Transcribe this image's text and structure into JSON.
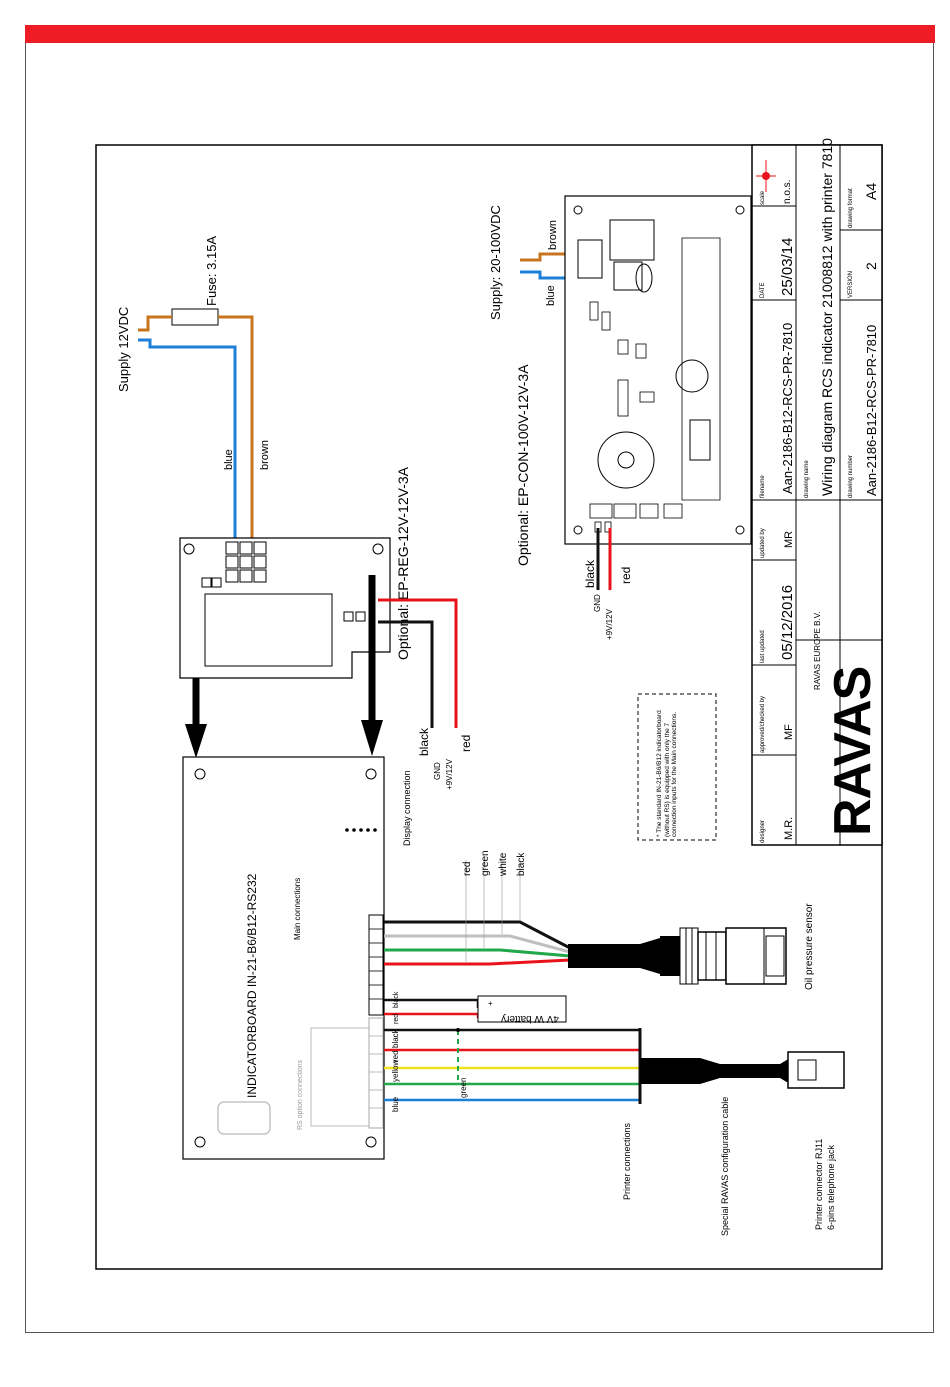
{
  "colors": {
    "header_bar": "#ee1c24",
    "wire_blue": "#1e7fd8",
    "wire_brown": "#c8741e",
    "wire_red": "#e8131a",
    "wire_green": "#22a84a",
    "wire_yellow": "#ede21c",
    "wire_white": "#bfbfbf",
    "wire_black": "#111111"
  },
  "labels": {
    "supply_left": "Supply 12VDC",
    "fuse": "Fuse: 3.15A",
    "wire_blue": "blue",
    "wire_brown": "brown",
    "optional_reg": "Optional: EP-REG-12V-12V-3A",
    "display_connection": "Display connection",
    "gnd_left": "GND",
    "v12_left": "+9V/12V",
    "black_left": "black",
    "red_left": "red",
    "board_title": "INDICATORBOARD IN-21-B6/B12-RS232",
    "main_connections": "Main connections",
    "rs_option": "RS option connections",
    "sensor_wires": [
      "red",
      "green",
      "white",
      "black"
    ],
    "battery": "4V W battery",
    "oil_sensor": "Oil pressure sensor",
    "printer_wires": [
      "black",
      "red",
      "yellow",
      "green",
      "blue"
    ],
    "printer_connections": "Printer connections",
    "config_cable": "Special RAVAS configuration cable",
    "printer_connector_1": "Printer connector RJ11",
    "printer_connector_2": "6-pins telephone jack",
    "note": "* The standard IN-21-B6/B12 indicatorboard (without RS) is equipped with only the 7 connection inputs for the Main connections.",
    "supply_right": "Supply: 20-100VDC",
    "wire_blue_right": "blue",
    "wire_brown_right": "brown",
    "optional_con": "Optional: EP-CON-100V-12V-3A",
    "black_right": "black",
    "red_right": "red",
    "gnd_right": "GND",
    "v12_right": "+9V/12V"
  },
  "title_block": {
    "logo": "RAVAS",
    "designer_label": "designer",
    "designer": "M.R.",
    "approved_label": "approved/checked by",
    "approved": "MF",
    "last_updated_label": "last updated",
    "last_updated": "05/12/2016",
    "updated_by_label": "updated by",
    "updated_by": "MR",
    "company": "RAVAS EUROPE B.V.",
    "filename_label": "filename",
    "filename": "Aan-2186-B12-RCS-PR-7810",
    "date_label": "DATE",
    "date": "25/03/14",
    "scale_label": "scale",
    "scale": "n.o.s.",
    "drawing_name_label": "drawing name",
    "drawing_name": "Wiring diagram RCS indicator 21008812 with printer 7810",
    "drawing_number_label": "drawing number",
    "drawing_number": "Aan-2186-B12-RCS-PR-7810",
    "version_label": "VERSION",
    "version": "2",
    "format_label": "drawing format",
    "format": "A4"
  }
}
